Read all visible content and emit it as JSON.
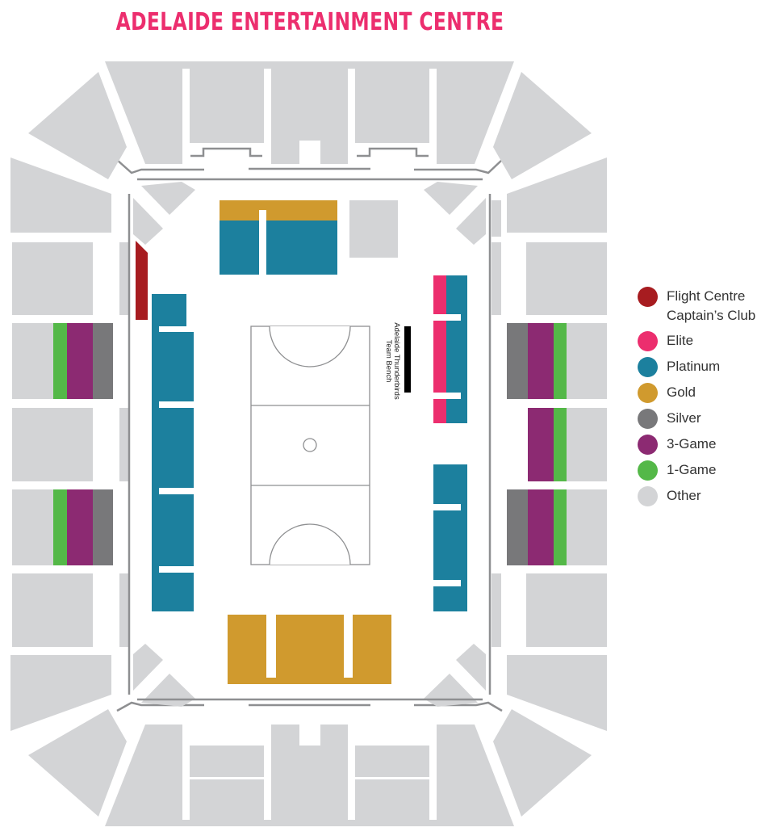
{
  "title": "ADELAIDE ENTERTAINMENT CENTRE",
  "bench_label": {
    "line1": "Adelaide Thunderbirds",
    "line2": "Team Bench"
  },
  "colors": {
    "flight_centre": "#A71C20",
    "elite": "#EC2E6E",
    "platinum": "#1C809E",
    "gold": "#D09A2E",
    "silver": "#78787A",
    "three_game": "#8C2A72",
    "one_game": "#54B848",
    "other": "#D3D4D6"
  },
  "legend": [
    {
      "label": "Flight Centre Captain’s Club",
      "color": "#A71C20"
    },
    {
      "label": "Elite",
      "color": "#EC2E6E"
    },
    {
      "label": "Platinum",
      "color": "#1C809E"
    },
    {
      "label": "Gold",
      "color": "#D09A2E"
    },
    {
      "label": "Silver",
      "color": "#78787A"
    },
    {
      "label": "3-Game",
      "color": "#8C2A72"
    },
    {
      "label": "1-Game",
      "color": "#54B848"
    },
    {
      "label": "Other",
      "color": "#D3D4D6"
    }
  ]
}
